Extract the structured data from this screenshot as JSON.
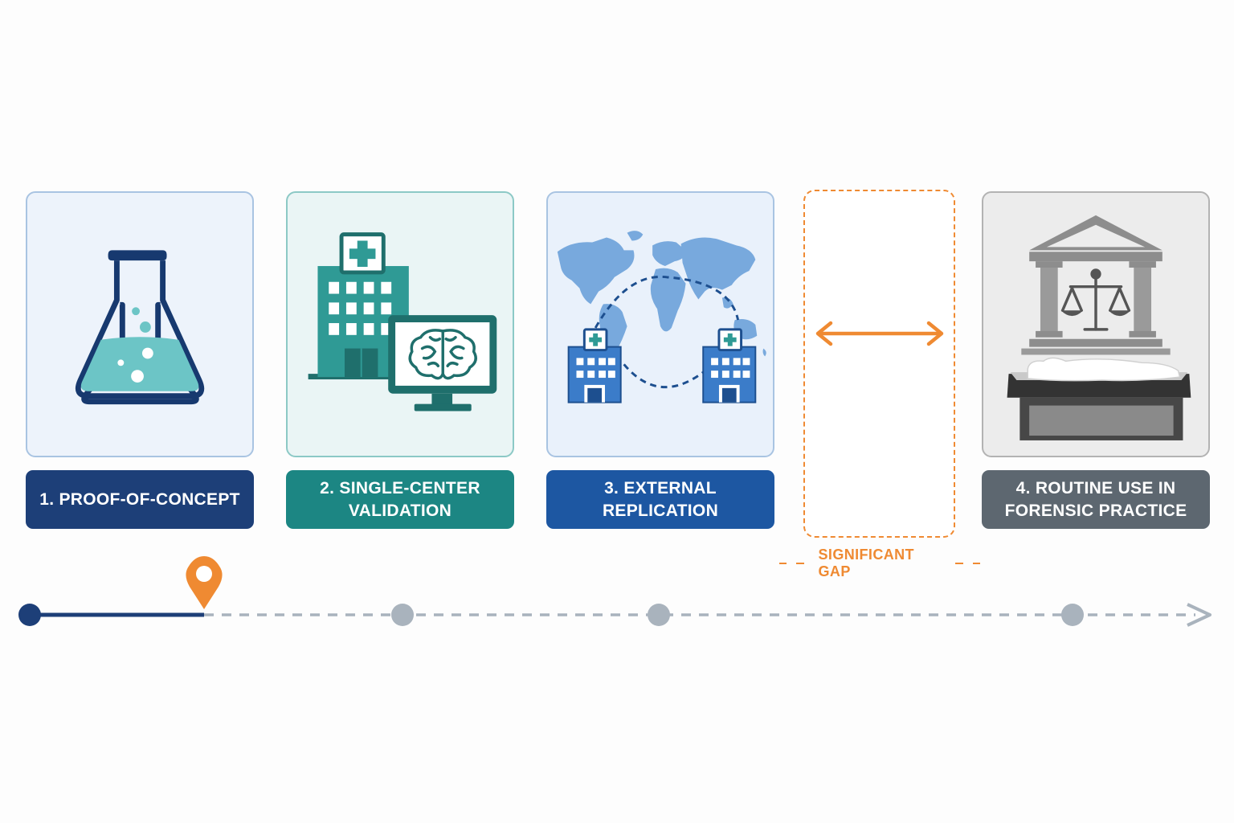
{
  "stages": [
    {
      "label": "1. PROOF-OF-CONCEPT",
      "icon": "flask-icon"
    },
    {
      "label": "2. SINGLE-CENTER\nVALIDATION",
      "icon": "hospital-computer-icon"
    },
    {
      "label": "3.  EXTERNAL\nREPLICATION",
      "icon": "world-hospitals-icon"
    },
    {
      "label": "4. ROUTINE USE IN\nFORENSIC PRACTICE",
      "icon": "courthouse-autopsy-icon"
    }
  ],
  "gap": {
    "caption": "SIGNIFICANT GAP",
    "icon": "double-arrow-icon"
  },
  "timeline": {
    "current_stage": 1,
    "marker_icon": "location-pin-icon",
    "end_icon": "arrow-head-icon"
  },
  "colors": {
    "navy": "#1d3f78",
    "teal": "#1c8683",
    "blue": "#1d57a2",
    "gray": "#5d6770",
    "orange": "#ef8a32",
    "future": "#a9b3bd"
  }
}
